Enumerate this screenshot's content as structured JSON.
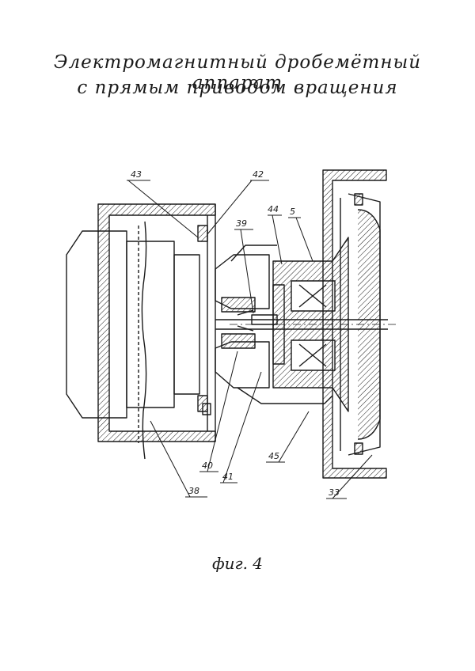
{
  "title_line1": "Электромагнитный дробемётный аппарат",
  "title_line2": "с прямым приводом вращения",
  "figure_caption": "фиг. 4",
  "part_labels": [
    "43",
    "42",
    "39",
    "44",
    "5",
    "40",
    "41",
    "45",
    "38",
    "33"
  ],
  "ink_color": "#1a1a1a"
}
